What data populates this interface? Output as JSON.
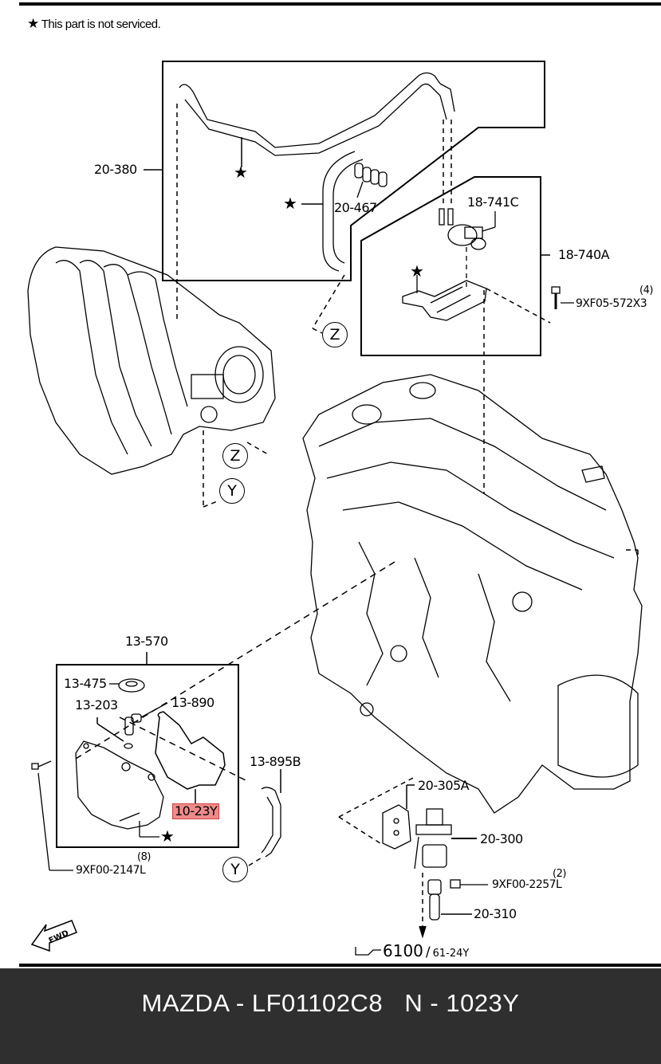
{
  "header_note": {
    "icon": "star-icon",
    "text": "This part is not serviced."
  },
  "part_labels": {
    "p20_380": "20-380",
    "p20_467": "20-467",
    "p18_741C": "18-741C",
    "p18_740A": "18-740A",
    "p9XF05_572X3": "9XF05-572X3",
    "p9XF05_572X3_qty": "(4)",
    "p13_570": "13-570",
    "p13_475": "13-475",
    "p13_203": "13-203",
    "p13_890": "13-890",
    "p13_895B": "13-895B",
    "p10_23Y": "10-23Y",
    "p9XF00_2147L": "9XF00-2147L",
    "p9XF00_2147L_qty": "(8)",
    "p20_305A": "20-305A",
    "p20_300": "20-300",
    "p9XF00_2257L": "9XF00-2257L",
    "p9XF00_2257L_qty": "(2)",
    "p20_310": "20-310"
  },
  "highlighted_part": "10-23Y",
  "highlight_color": "#f08a8a",
  "reference_markers": {
    "z": "Z",
    "y": "Y"
  },
  "cross_reference": {
    "icon": "pointing-hand-icon",
    "section": "6100",
    "separator": "/",
    "figure": "61-24Y"
  },
  "orientation": {
    "icon": "fwd-arrow-icon",
    "label": "FWD"
  },
  "footer": {
    "title": "MAZDA - LF01102C8   N - 1023Y",
    "background": "#2f2f2f"
  }
}
